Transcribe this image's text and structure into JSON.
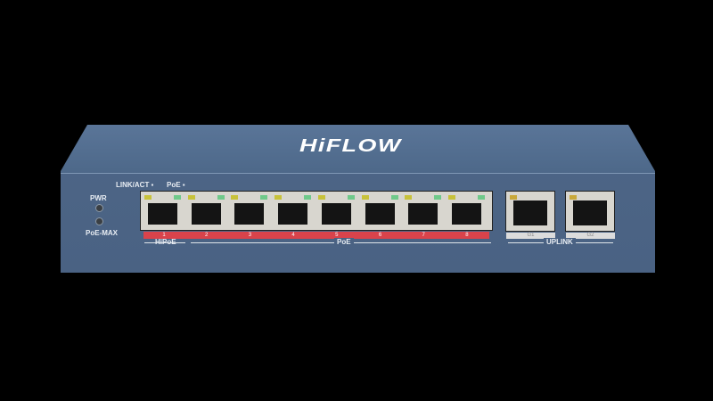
{
  "device": {
    "brand": "HiFLOW",
    "labels": {
      "link_act": "LINK/ACT ▪",
      "poe_led": "PoE ▪",
      "pwr": "PWR",
      "poe_max": "PoE-MAX",
      "hipoe": "HiPoE",
      "poe": "PoE",
      "uplink": "UPLINK"
    },
    "ports": [
      "1",
      "2",
      "3",
      "4",
      "5",
      "6",
      "7",
      "8"
    ],
    "uplink_ports": [
      "G1",
      "G2"
    ],
    "colors": {
      "body": "#4a6283",
      "poe_strip": "#d9434b"
    }
  }
}
